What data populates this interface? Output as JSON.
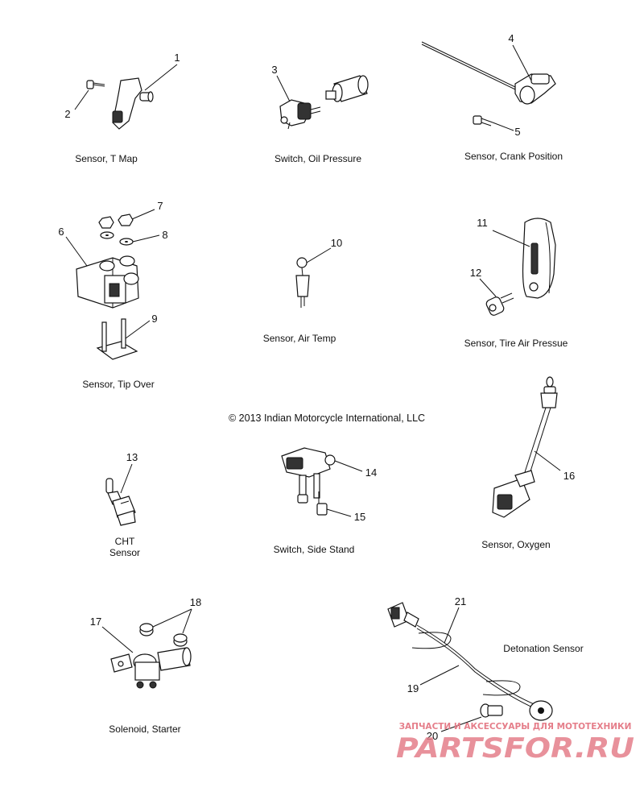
{
  "captions": {
    "t_map": "Sensor, T Map",
    "oil_pressure": "Switch, Oil Pressure",
    "crank_position": "Sensor, Crank Position",
    "tip_over": "Sensor, Tip Over",
    "air_temp": "Sensor, Air Temp",
    "tire_air": "Sensor, Tire Air Pressue",
    "cht_line1": "CHT",
    "cht_line2": "Sensor",
    "side_stand": "Switch, Side Stand",
    "oxygen": "Sensor, Oxygen",
    "solenoid": "Solenoid, Starter",
    "detonation": "Detonation Sensor"
  },
  "copyright": "© 2013 Indian Motorcycle International, LLC",
  "callouts": {
    "c1": "1",
    "c2": "2",
    "c3": "3",
    "c4": "4",
    "c5": "5",
    "c6": "6",
    "c7": "7",
    "c8": "8",
    "c9": "9",
    "c10": "10",
    "c11": "11",
    "c12": "12",
    "c13": "13",
    "c14": "14",
    "c15": "15",
    "c16": "16",
    "c17": "17",
    "c18": "18",
    "c19": "19",
    "c20": "20",
    "c21": "21"
  },
  "watermark": {
    "tagline": "ЗАПЧАСТИ И АКСЕССУАРЫ ДЛЯ МОТОТЕХНИКИ",
    "brand": "PARTSFOR.RU",
    "color": "#e57e8a"
  }
}
